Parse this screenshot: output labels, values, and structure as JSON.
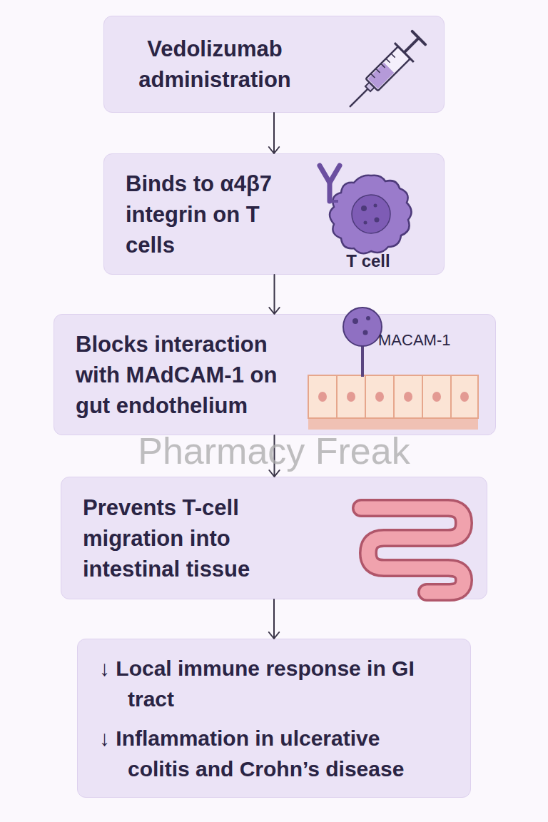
{
  "diagram": {
    "nodes": [
      {
        "text": [
          "Vedolizumab administration"
        ]
      },
      {
        "text": [
          "Binds to α4β7 integrin on T cells"
        ]
      },
      {
        "text": [
          "Blocks interaction with MAdCAM-1 on gut endothelium"
        ]
      },
      {
        "text": [
          "Prevents T-cell migration into intestinal tissue"
        ]
      },
      {
        "text": [
          "↓ Local immune response in GI tract",
          "↓ Inflammation in ulcerative colitis and Crohn’s disease"
        ]
      }
    ],
    "edges": [
      {
        "from": 0,
        "to": 1,
        "arrow": "to"
      },
      {
        "from": 1,
        "to": 2,
        "arrow": "to"
      },
      {
        "from": 2,
        "to": 3,
        "arrow": "to"
      },
      {
        "from": 3,
        "to": 4,
        "arrow": "to"
      }
    ],
    "labels": [
      "T cell",
      "MACAM-1",
      "Pharmacy Freak"
    ]
  }
}
